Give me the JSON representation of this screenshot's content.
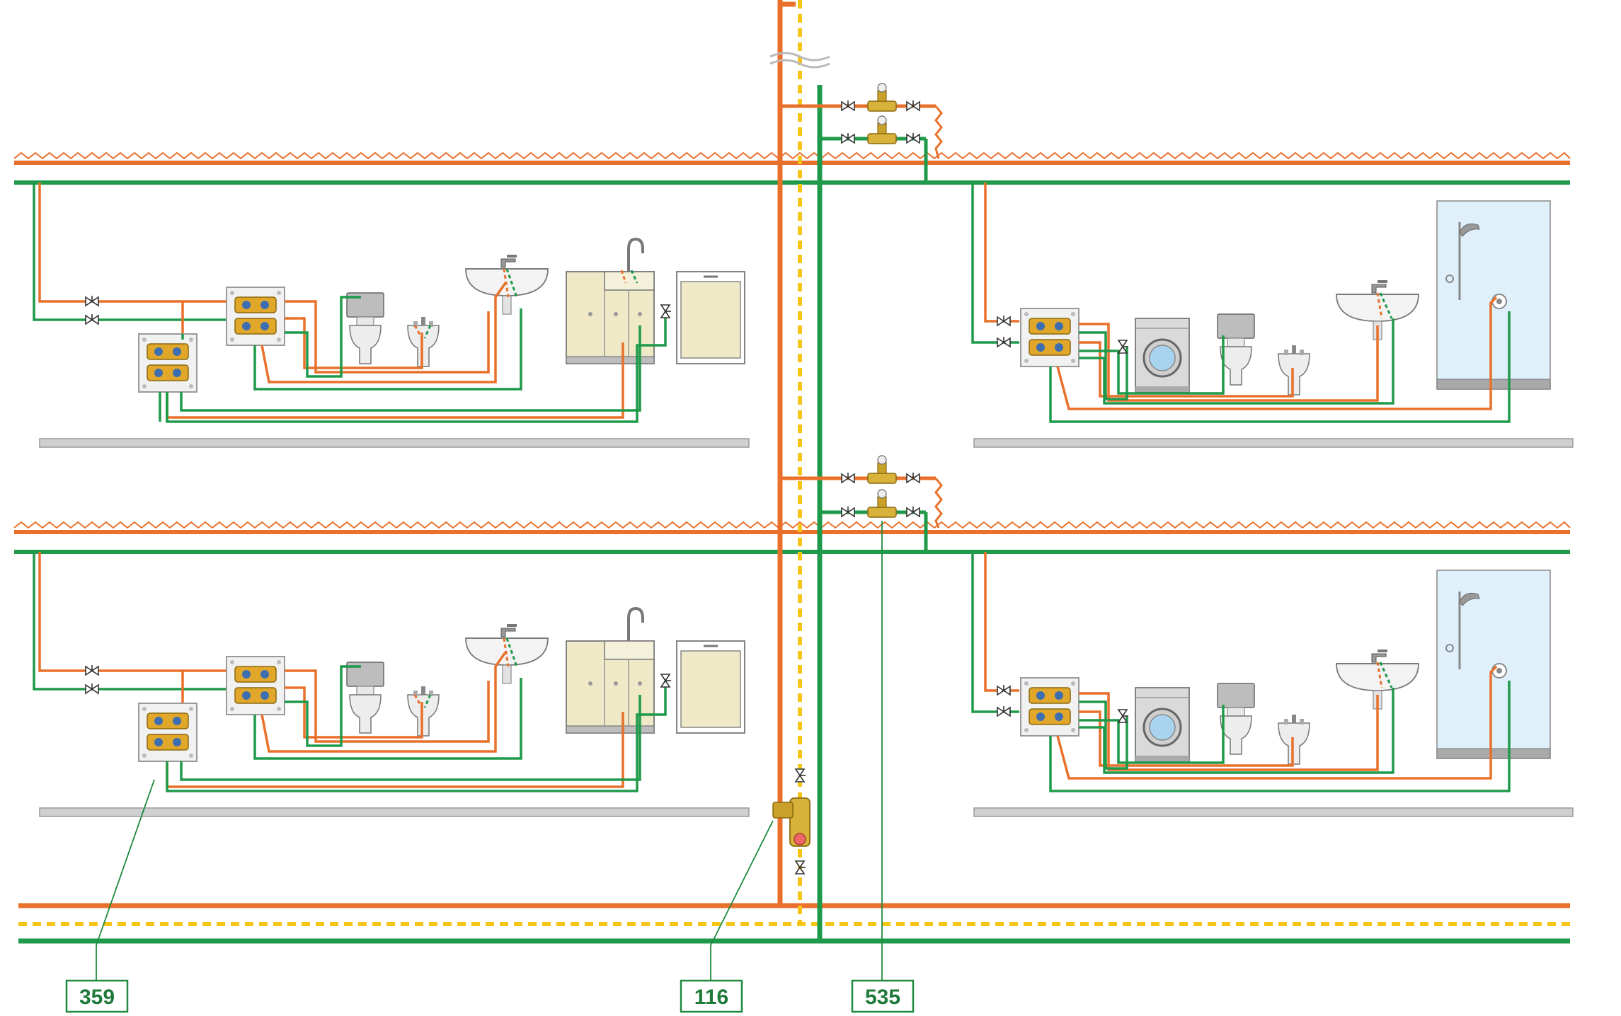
{
  "colors": {
    "hot": "#e8702a",
    "cold": "#1f9a4a",
    "recirc": "#f5c518",
    "floor": "#d0d0d0",
    "floor_edge": "#9a9a9a",
    "label_border": "#1f8a3f",
    "label_text": "#1f7a3a",
    "fixture_grey": "#c8c8c8",
    "cabinet": "#efe9c8",
    "shower_glass": "#dff0fb",
    "valve_brass": "#d8b23a"
  },
  "labels": [
    {
      "id": "manifold",
      "text": "359"
    },
    {
      "id": "mixing-valve",
      "text": "116"
    },
    {
      "id": "balancing-valve",
      "text": "535"
    }
  ],
  "icons": [
    "valve-icon",
    "balancing-valve-icon",
    "manifold-box-icon",
    "toilet-icon",
    "bidet-icon",
    "washbasin-icon",
    "kitchen-sink-icon",
    "dishwasher-icon",
    "washing-machine-icon",
    "shower-icon",
    "mixing-valve-icon"
  ]
}
